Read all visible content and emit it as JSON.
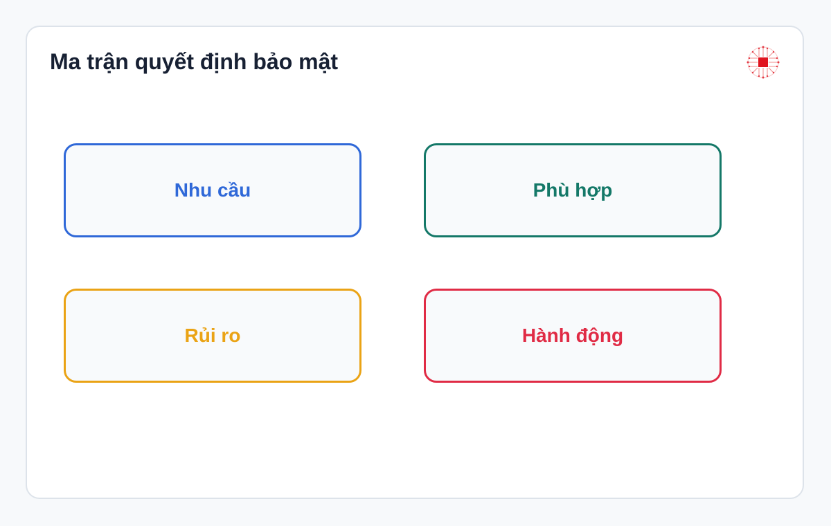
{
  "title": "Ma trận quyết định bảo mật",
  "logo_icon": "circuit-chip-icon",
  "cells": [
    {
      "label": "Nhu cầu",
      "color": "#2f68d8"
    },
    {
      "label": "Phù hợp",
      "color": "#147868"
    },
    {
      "label": "Rủi ro",
      "color": "#eaa315"
    },
    {
      "label": "Hành động",
      "color": "#e02b45"
    }
  ]
}
